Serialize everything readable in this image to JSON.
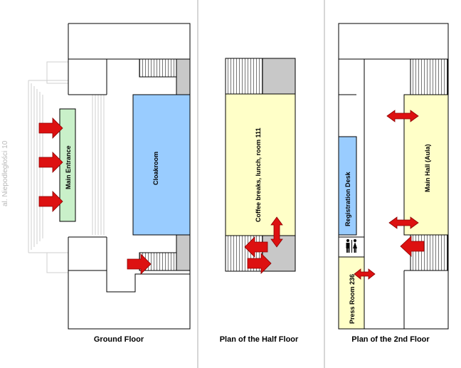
{
  "street_label": "al. Niepodległości 10",
  "ground_floor": {
    "title": "Ground Floor",
    "main_entrance": "Main Entrance",
    "cloakroom": "Cloakroom"
  },
  "half_floor": {
    "title": "Plan of the Half Floor",
    "room": "Coffee breaks, lunch, room 111"
  },
  "second_floor": {
    "title": "Plan of the 2nd Floor",
    "registration": "Registration Desk",
    "main_hall": "Main Hall (Aula)",
    "press_room": "Press Room 236"
  },
  "colors": {
    "entrance_green": "#c9f0c9",
    "cloakroom_blue": "#99ccff",
    "coffee_yellow": "#ffffc8",
    "arrow_red": "#dd1111",
    "stairs_grey": "#c8c8c8",
    "divider": "#c8c8c8"
  }
}
